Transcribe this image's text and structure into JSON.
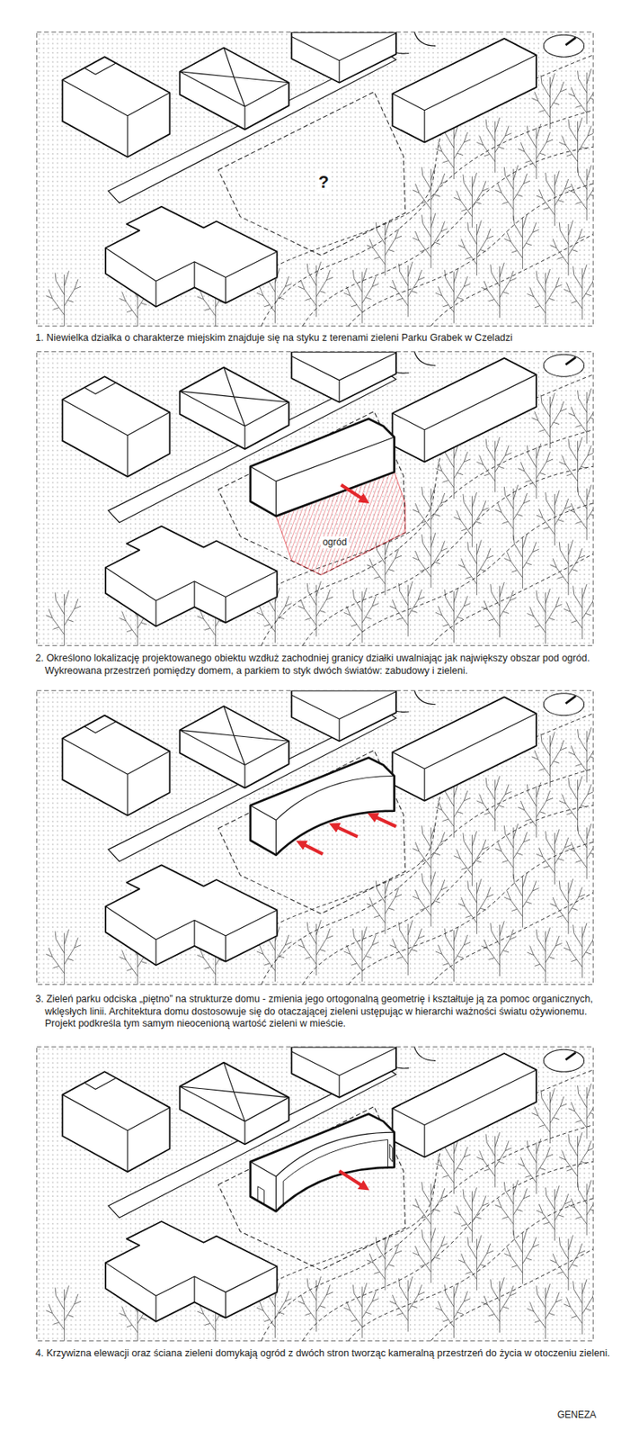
{
  "diagram": {
    "title": "GENEZA",
    "labels": [
      "?",
      "1. Niewielka działka o charakterze miejskim znajduje się na styku z terenami zieleni Parku Grabek w Czeladzi",
      "ogród",
      "2. Określono lokalizację projektowanego obiektu wzdłuż zachodniej granicy działki uwalniając jak największy obszar pod ogród. Wykreowana przestrzeń pomiędzy domem, a parkiem to styk dwóch światów: zabudowy i zieleni.",
      "3. Zieleń parku odciska „piętno” na strukturze domu - zmienia jego ortogonalną geometrię i kształtuje ją za pomoc organicznych, wklęsłych linii. Architektura domu dostosowuje się do otaczającej zieleni ustępując w hierarchi ważności światu ożywionemu. Projekt podkreśla tym samym nieocenioną wartość zieleni w mieście.",
      "4. Krzywizna elewacji oraz ściana zieleni domykają ogród z dwóch stron tworząc kameralną przestrzeń do życia w otoczeniu zieleni."
    ]
  }
}
